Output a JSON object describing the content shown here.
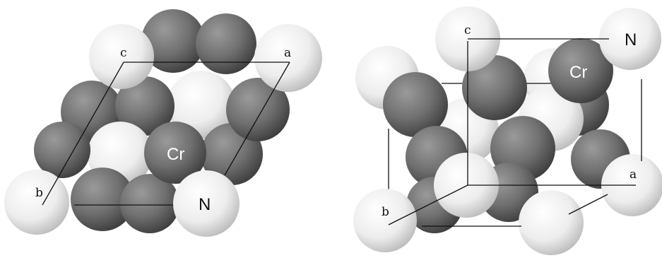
{
  "colors": {
    "chromium_atom": "#6e6e6e",
    "nitrogen_atom": "#f2f2f2",
    "cell_edge": "#111111",
    "background": "#ffffff"
  },
  "left_view": {
    "axis_labels": {
      "a": "a",
      "b": "b",
      "c": "c"
    },
    "atom_labels": {
      "cr": "Cr",
      "n": "N"
    }
  },
  "right_view": {
    "axis_labels": {
      "a": "a",
      "b": "b",
      "c": "c"
    },
    "atom_labels": {
      "cr": "Cr",
      "n": "N"
    }
  }
}
